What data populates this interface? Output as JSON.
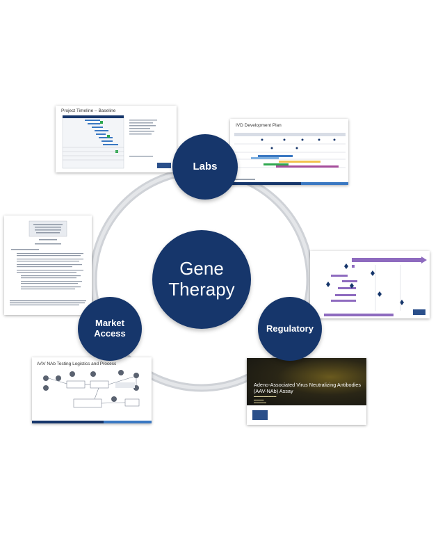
{
  "center": {
    "line1": "Gene",
    "line2": "Therapy"
  },
  "nodes": {
    "labs": "Labs",
    "regulatory": "Regulatory",
    "market_line1": "Market",
    "market_line2": "Access"
  },
  "slides": {
    "timeline_title": "Project Timeline – Baseline",
    "ivd_title": "IVD Development Plan",
    "logistics_title": "AAV NAb Testing Logistics and Process",
    "assay_title": "Adeno-Associated Virus Neutralizing Antibodies (AAV-NAb) Assay"
  },
  "colors": {
    "navy": "#16366b",
    "ring": "#d6d8dc",
    "accent_purple": "#8e6bbf",
    "accent_green": "#2fa84f",
    "accent_blue": "#3a78c2"
  }
}
